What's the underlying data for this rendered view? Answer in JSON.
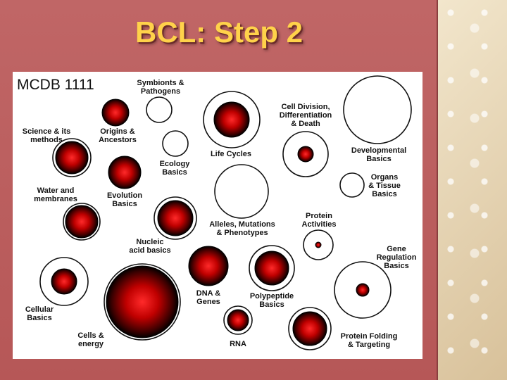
{
  "slide": {
    "title": "BCL: Step 2"
  },
  "diagram": {
    "course": "MCDB 1111",
    "nodes": [
      {
        "name": "symbionts",
        "label": "Symbionts &\nPathogens"
      },
      {
        "name": "origins",
        "label": "Origins &\nAncestors"
      },
      {
        "name": "science",
        "label": "Science & its\nmethods"
      },
      {
        "name": "life-cycles",
        "label": "Life Cycles"
      },
      {
        "name": "cell-division",
        "label": "Cell Division,\nDifferentiation\n& Death"
      },
      {
        "name": "developmental",
        "label": "Developmental\nBasics"
      },
      {
        "name": "ecology",
        "label": "Ecology\nBasics"
      },
      {
        "name": "evolution",
        "label": "Evolution\nBasics"
      },
      {
        "name": "water",
        "label": "Water and\nmembranes"
      },
      {
        "name": "organs",
        "label": "Organs\n& Tissue\nBasics"
      },
      {
        "name": "alleles",
        "label": "Alleles, Mutations\n& Phenotypes"
      },
      {
        "name": "protein-activities",
        "label": "Protein\nActivities"
      },
      {
        "name": "nucleic",
        "label": "Nucleic\nacid basics"
      },
      {
        "name": "gene-regulation",
        "label": "Gene\nRegulation\nBasics"
      },
      {
        "name": "dna-genes",
        "label": "DNA &\nGenes"
      },
      {
        "name": "polypeptide",
        "label": "Polypeptide\nBasics"
      },
      {
        "name": "cellular",
        "label": "Cellular\nBasics"
      },
      {
        "name": "cells-energy",
        "label": "Cells &\nenergy"
      },
      {
        "name": "rna",
        "label": "RNA"
      },
      {
        "name": "protein-folding",
        "label": "Protein Folding\n& Targeting"
      }
    ]
  }
}
